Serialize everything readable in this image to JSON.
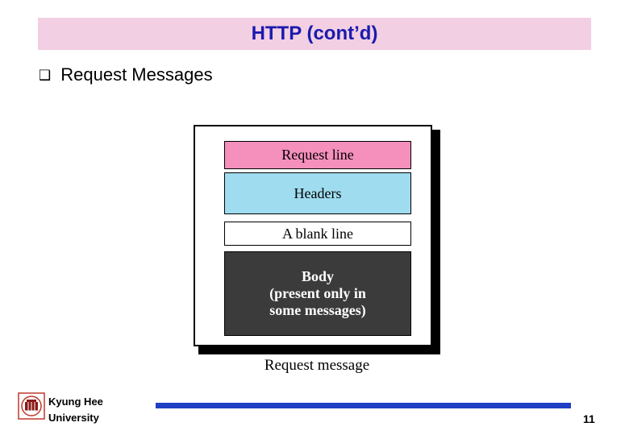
{
  "slide": {
    "title": "HTTP (cont’d)",
    "title_bg": "#f2cfe2",
    "title_color": "#1a1aae",
    "bullet": {
      "glyph": "❑",
      "text": "Request Messages"
    },
    "diagram": {
      "caption": "Request message",
      "segments": [
        {
          "name": "request-line",
          "label": "Request  line",
          "color": "#f58fbc"
        },
        {
          "name": "headers",
          "label": "Headers",
          "color": "#9fdcef"
        },
        {
          "name": "blank-line",
          "label": "A blank line",
          "color": "#ffffff"
        },
        {
          "name": "body",
          "color": "#3b3b3b",
          "lines": [
            "Body",
            "(present only in",
            "some messages)"
          ]
        }
      ]
    },
    "footer": {
      "university_line1": "Kyung Hee",
      "university_line2": "University",
      "rule_color": "#1f3fc4",
      "page_number": "11"
    }
  }
}
